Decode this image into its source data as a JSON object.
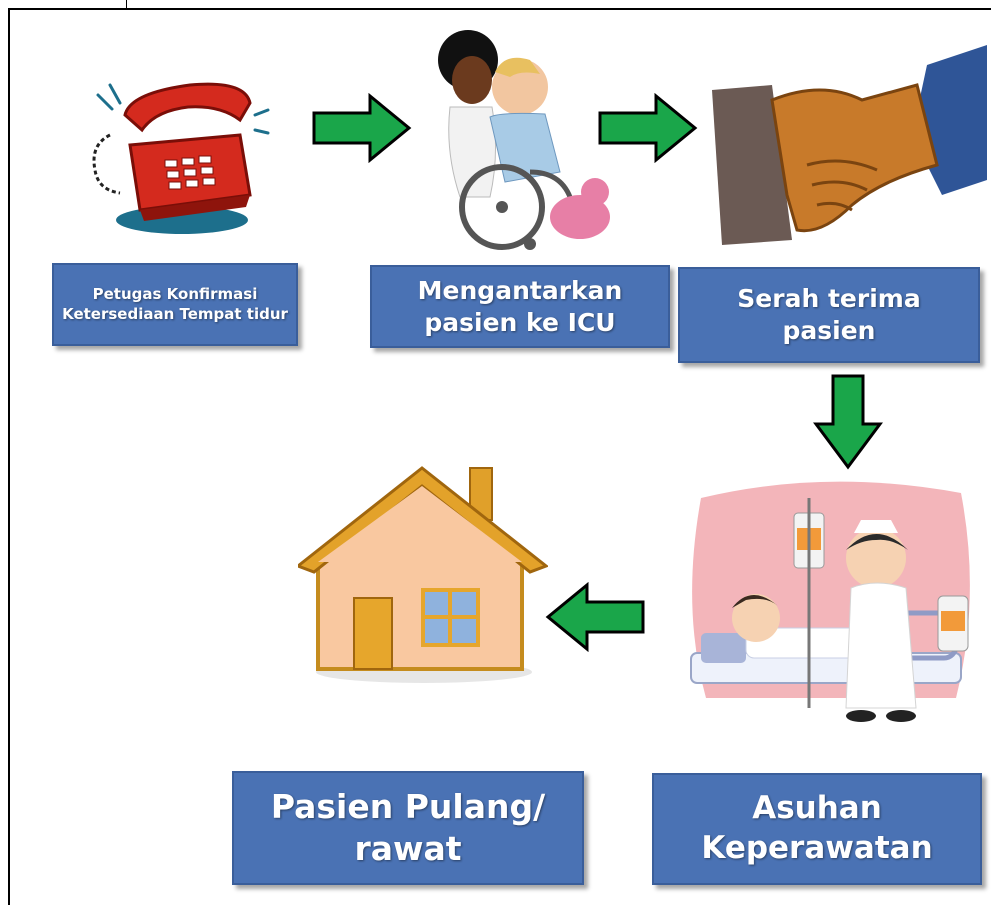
{
  "steps": [
    {
      "label": "Petugas Konfirmasi Ketersediaan Tempat tidur"
    },
    {
      "label": "Mengantarkan pasien ke ICU"
    },
    {
      "label": "Serah terima pasien"
    },
    {
      "label": "Pasien Pulang/ rawat"
    },
    {
      "label": "Asuhan Keperawatan"
    }
  ],
  "colors": {
    "box_fill": "#4a72b4",
    "box_text": "#ffffff",
    "arrow_fill": "#1aa64a",
    "arrow_outline": "#000000"
  },
  "icons": [
    "telephone-icon",
    "wheelchair-icon",
    "handshake-icon",
    "nurse-patient-icon",
    "house-icon"
  ]
}
